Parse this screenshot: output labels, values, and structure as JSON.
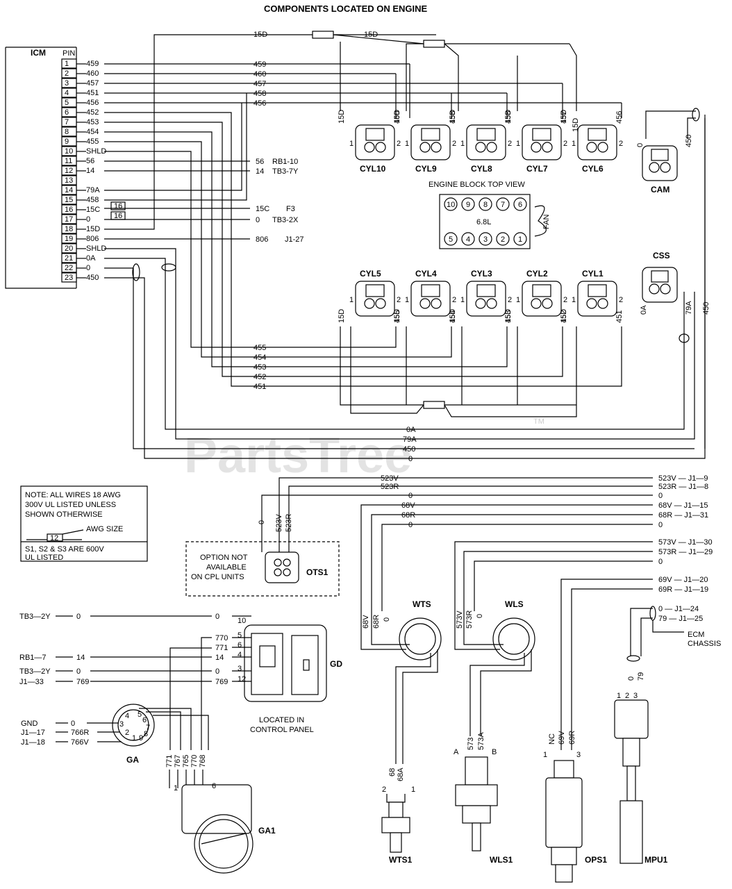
{
  "title": "COMPONENTS LOCATED ON ENGINE",
  "watermark": {
    "text": "PartsTree",
    "tm": "TM"
  },
  "icm": {
    "label": "ICM",
    "pin_header": "PIN",
    "pins": [
      {
        "pin": "1",
        "wire": "459"
      },
      {
        "pin": "2",
        "wire": "460"
      },
      {
        "pin": "3",
        "wire": "457"
      },
      {
        "pin": "4",
        "wire": "451"
      },
      {
        "pin": "5",
        "wire": "456"
      },
      {
        "pin": "6",
        "wire": "452"
      },
      {
        "pin": "7",
        "wire": "453"
      },
      {
        "pin": "8",
        "wire": "454"
      },
      {
        "pin": "9",
        "wire": "455"
      },
      {
        "pin": "10",
        "wire": "SHLD"
      },
      {
        "pin": "11",
        "wire": "56"
      },
      {
        "pin": "12",
        "wire": "14"
      },
      {
        "pin": "13",
        "wire": ""
      },
      {
        "pin": "14",
        "wire": "79A"
      },
      {
        "pin": "15",
        "wire": "458"
      },
      {
        "pin": "16",
        "wire": "15C"
      },
      {
        "pin": "17",
        "wire": "0"
      },
      {
        "pin": "18",
        "wire": "15D"
      },
      {
        "pin": "19",
        "wire": "806"
      },
      {
        "pin": "20",
        "wire": "SHLD"
      },
      {
        "pin": "21",
        "wire": "0A"
      },
      {
        "pin": "22",
        "wire": "0"
      },
      {
        "pin": "23",
        "wire": "450"
      }
    ],
    "gauge_boxes": [
      "16",
      "16"
    ]
  },
  "bus_labels": {
    "top_15d": [
      "15D",
      "15D"
    ],
    "right": [
      "459",
      "460",
      "457",
      "458",
      "456"
    ],
    "ext": [
      {
        "wire": "56",
        "dest": "RB1-10"
      },
      {
        "wire": "14",
        "dest": "TB3-7Y"
      },
      {
        "wire": "15C",
        "dest": "F3"
      },
      {
        "wire": "0",
        "dest": "TB3-2X"
      },
      {
        "wire": "806",
        "dest": "J1-27"
      }
    ],
    "lower": [
      "455",
      "454",
      "453",
      "452",
      "451"
    ],
    "bottom": [
      "0A",
      "79A",
      "450",
      "0"
    ]
  },
  "cylinders_top": [
    {
      "name": "CYL10",
      "left": "15D",
      "right": "460"
    },
    {
      "name": "CYL9",
      "left": "15D",
      "right": "458"
    },
    {
      "name": "CYL8",
      "left": "15D",
      "right": "458"
    },
    {
      "name": "CYL7",
      "left": "15D",
      "right": "457"
    },
    {
      "name": "CYL6",
      "left": "15D",
      "right": "456"
    }
  ],
  "cylinders_bottom": [
    {
      "name": "CYL5",
      "left": "15D",
      "right": "455"
    },
    {
      "name": "CYL4",
      "left": "15D",
      "right": "454"
    },
    {
      "name": "CYL3",
      "left": "15D",
      "right": "453"
    },
    {
      "name": "CYL2",
      "left": "15D",
      "right": "452"
    },
    {
      "name": "CYL1",
      "left": "15D",
      "right": "451"
    }
  ],
  "pin_labels": [
    "1",
    "2"
  ],
  "top_15d_far": "15D",
  "engine_block": {
    "caption": "ENGINE BLOCK TOP VIEW",
    "top_row": [
      "10",
      "9",
      "8",
      "7",
      "6"
    ],
    "bottom_row": [
      "5",
      "4",
      "3",
      "2",
      "1"
    ],
    "size": "6.8L",
    "fan": "FAN"
  },
  "cam": {
    "name": "CAM",
    "left": "0",
    "right": "450"
  },
  "css": {
    "name": "CSS",
    "left": "0A",
    "right": "79A",
    "far": "450"
  },
  "note": {
    "lines": [
      "NOTE: ALL WIRES 18 AWG",
      "300V UL LISTED UNLESS",
      "SHOWN OTHERWISE"
    ],
    "awg_box": "12",
    "awg_label": "AWG SIZE",
    "s_lines": [
      "S1, S2 & S3 ARE 600V",
      "UL LISTED"
    ]
  },
  "ots": {
    "name": "OTS1",
    "option_lines": [
      "OPTION NOT",
      "AVAILABLE",
      "ON CPL UNITS"
    ],
    "wires": [
      "0",
      "523V",
      "523R"
    ]
  },
  "right_bus": [
    {
      "wire": "523V",
      "dest": "523V — J1—9"
    },
    {
      "wire": "523R",
      "dest": "523R — J1—8"
    },
    {
      "wire": "0",
      "dest": "0"
    },
    {
      "wire": "68V",
      "dest": "68V — J1—15"
    },
    {
      "wire": "68R",
      "dest": "68R — J1—31"
    },
    {
      "wire": "0",
      "dest": "0"
    },
    {
      "wire": "",
      "dest": "573V — J1—30"
    },
    {
      "wire": "",
      "dest": "573R — J1—29"
    },
    {
      "wire": "",
      "dest": "0"
    },
    {
      "wire": "",
      "dest": "69V — J1—20"
    },
    {
      "wire": "",
      "dest": "69R — J1—19"
    },
    {
      "wire": "",
      "dest": "0 — J1—24"
    },
    {
      "wire": "",
      "dest": "79 — J1—25"
    }
  ],
  "ecm": [
    "ECM",
    "CHASSIS"
  ],
  "wts": {
    "name": "WTS",
    "wires": [
      "68V",
      "68R",
      "0"
    ]
  },
  "wls": {
    "name": "WLS",
    "wires": [
      "573V",
      "573R",
      "0"
    ]
  },
  "gd": {
    "name": "GD",
    "left_rows": [
      {
        "src": "TB3—2Y",
        "wire": "0"
      },
      {
        "src": "RB1—7",
        "wire": "14"
      },
      {
        "src": "TB3—2Y",
        "wire": "0"
      },
      {
        "src": "J1—33",
        "wire": "769"
      }
    ],
    "right_wires": [
      "0",
      "770",
      "771",
      "14",
      "0",
      "769"
    ],
    "pins": [
      "10",
      "5",
      "6",
      "4",
      "3",
      "12"
    ],
    "location": [
      "LOCATED IN",
      "CONTROL PANEL"
    ]
  },
  "ga": {
    "name": "GA",
    "rows": [
      {
        "src": "GND",
        "wire": "0"
      },
      {
        "src": "J1—17",
        "wire": "766R"
      },
      {
        "src": "J1—18",
        "wire": "766V"
      }
    ],
    "pins": [
      "5",
      "4",
      "6",
      "3",
      "7",
      "8",
      "2",
      "9",
      "1"
    ],
    "vert_wires": [
      "771",
      "767",
      "765",
      "770",
      "768"
    ]
  },
  "ga1": {
    "name": "GA1",
    "pins": [
      "1",
      "6"
    ]
  },
  "bottom_sensors": [
    {
      "name": "WTS1",
      "wires": [
        "68",
        "68A"
      ],
      "pins": [
        "2",
        "1"
      ]
    },
    {
      "name": "WLS1",
      "wires": [
        "573",
        "573A"
      ],
      "pins": [
        "A",
        "B"
      ]
    },
    {
      "name": "OPS1",
      "wires": [
        "NC",
        "69V",
        "69R"
      ],
      "pins": [
        "1",
        "3"
      ]
    },
    {
      "name": "MPU1",
      "wires": [
        "0",
        "79"
      ],
      "pins": [
        "1",
        "2",
        "3"
      ]
    }
  ]
}
